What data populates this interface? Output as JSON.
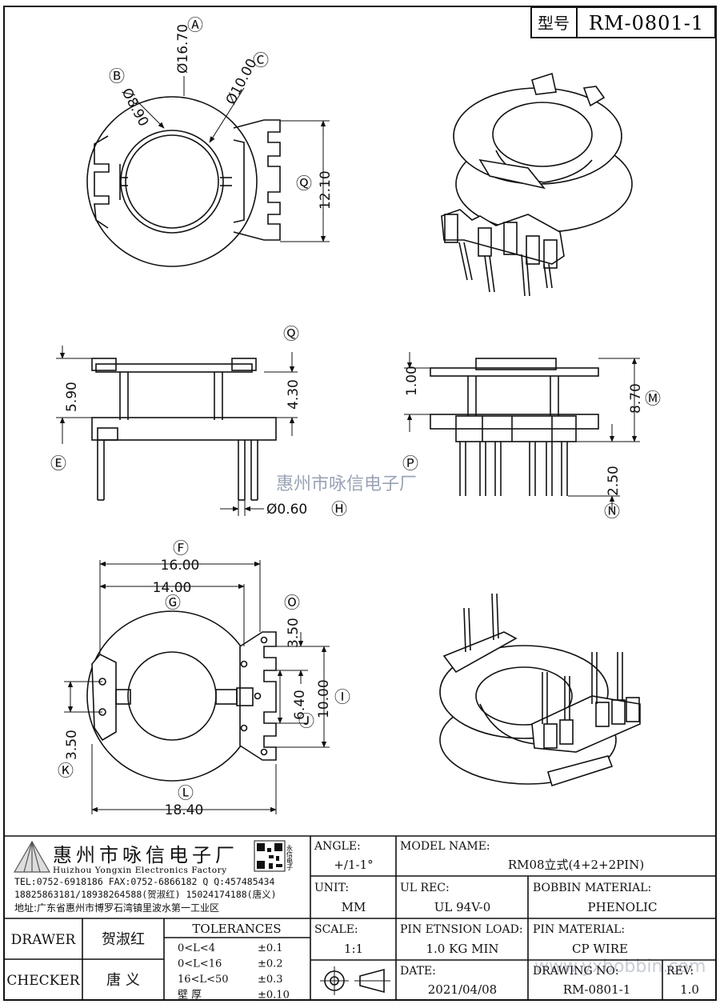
{
  "header": {
    "model_label": "型号",
    "model_code": "RM-0801-1"
  },
  "top_view": {
    "dims": {
      "outer_dia": "Ø16.70",
      "inner_dia": "Ø10.00",
      "bore": "Ø8.90",
      "height": "12.10"
    },
    "markers": {
      "a": "Ⓐ",
      "b": "Ⓑ",
      "c": "Ⓒ",
      "q": "Ⓠ"
    }
  },
  "front_view": {
    "dims": {
      "total": "5.90",
      "section": "4.30",
      "pin_dia": "Ø0.60"
    },
    "markers": {
      "q": "Ⓠ",
      "e": "Ⓔ",
      "h": "Ⓗ"
    }
  },
  "side_view": {
    "dims": {
      "flange": "1.00",
      "total": "8.70",
      "pin_len": "2.50"
    },
    "markers": {
      "p": "Ⓟ",
      "m": "Ⓜ",
      "n": "Ⓝ"
    }
  },
  "bottom_view": {
    "dims": {
      "width16": "16.00",
      "width14": "14.00",
      "overall": "18.40",
      "o350": "3.50",
      "j640": "6.40",
      "i1000": "10.00",
      "k350": "3.50"
    },
    "markers": {
      "f": "Ⓕ",
      "g": "Ⓖ",
      "l": "Ⓛ",
      "o": "Ⓞ",
      "j": "Ⓙ",
      "i": "Ⓘ",
      "k": "Ⓚ"
    }
  },
  "watermark": {
    "text": "惠州市咏信电子厂",
    "url": "www.yxbobbin.com"
  },
  "title_block": {
    "company_cn": "惠州市咏信电子厂",
    "company_en": "Huizhou Yongxin Electronics Factory",
    "qr_side": "永信电子",
    "contact_line1": "TEL:0752-6918186  FAX:0752-6866182  Q Q:457485434",
    "contact_line2": "18825863181/18938264588(贺淑红)  15024174188(唐义)",
    "address": "地址:广东省惠州市博罗石湾镇里波水第一工业区",
    "angle_label": "ANGLE:",
    "angle_value": "+/1-1°",
    "model_name_label": "MODEL NAME:",
    "model_name_value": "RM08立式(4+2+2PIN)",
    "unit_label": "UNIT:",
    "unit_value": "MM",
    "ul_label": "UL REC:",
    "ul_value": "UL 94V-0",
    "bobbin_label": "BOBBIN MATERIAL:",
    "bobbin_value": "PHENOLIC",
    "scale_label": "SCALE:",
    "scale_value": "1:1",
    "pin_load_label": "PIN ETNSION LOAD:",
    "pin_load_value": "1.0 KG MIN",
    "pin_mat_label": "PIN MATERIAL:",
    "pin_mat_value": "CP WIRE",
    "date_label": "DATE:",
    "date_value": "2021/04/08",
    "drawing_label": "DRAWING NO:",
    "drawing_value": "RM-0801-1",
    "rev_label": "REV:",
    "rev_value": "1.0",
    "drawer_label": "DRAWER",
    "drawer_name": "贺淑红",
    "checker_label": "CHECKER",
    "checker_name": "唐  义",
    "tolerances_title": "TOLERANCES",
    "tolerances": [
      {
        "range": "0<L<4",
        "value": "±0.1"
      },
      {
        "range": "0<L<16",
        "value": "±0.2"
      },
      {
        "range": "16<L<50",
        "value": "±0.3"
      },
      {
        "range": "壁    厚",
        "value": "±0.10"
      }
    ]
  }
}
